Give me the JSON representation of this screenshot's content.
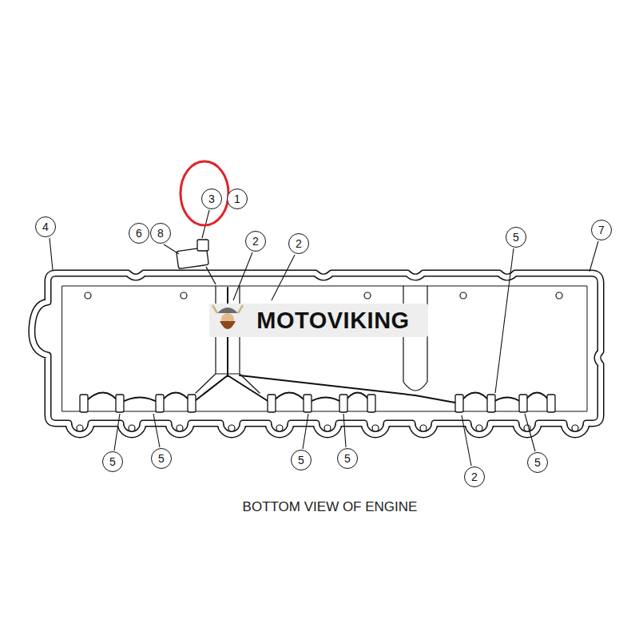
{
  "diagram": {
    "caption": "BOTTOM VIEW OF ENGINE",
    "nodes": [
      {
        "text": [
          "3"
        ]
      },
      {
        "text": [
          "1"
        ]
      },
      {
        "text": [
          "4"
        ]
      },
      {
        "text": [
          "6"
        ]
      },
      {
        "text": [
          "8"
        ]
      },
      {
        "text": [
          "2"
        ]
      },
      {
        "text": [
          "2"
        ]
      },
      {
        "text": [
          "5"
        ]
      },
      {
        "text": [
          "7"
        ]
      },
      {
        "text": [
          "5"
        ]
      },
      {
        "text": [
          "5"
        ]
      },
      {
        "text": [
          "5"
        ]
      },
      {
        "text": [
          "5"
        ]
      },
      {
        "text": [
          "2"
        ]
      },
      {
        "text": [
          "5"
        ]
      }
    ],
    "labels": [
      "MOTOVIKING"
    ]
  }
}
